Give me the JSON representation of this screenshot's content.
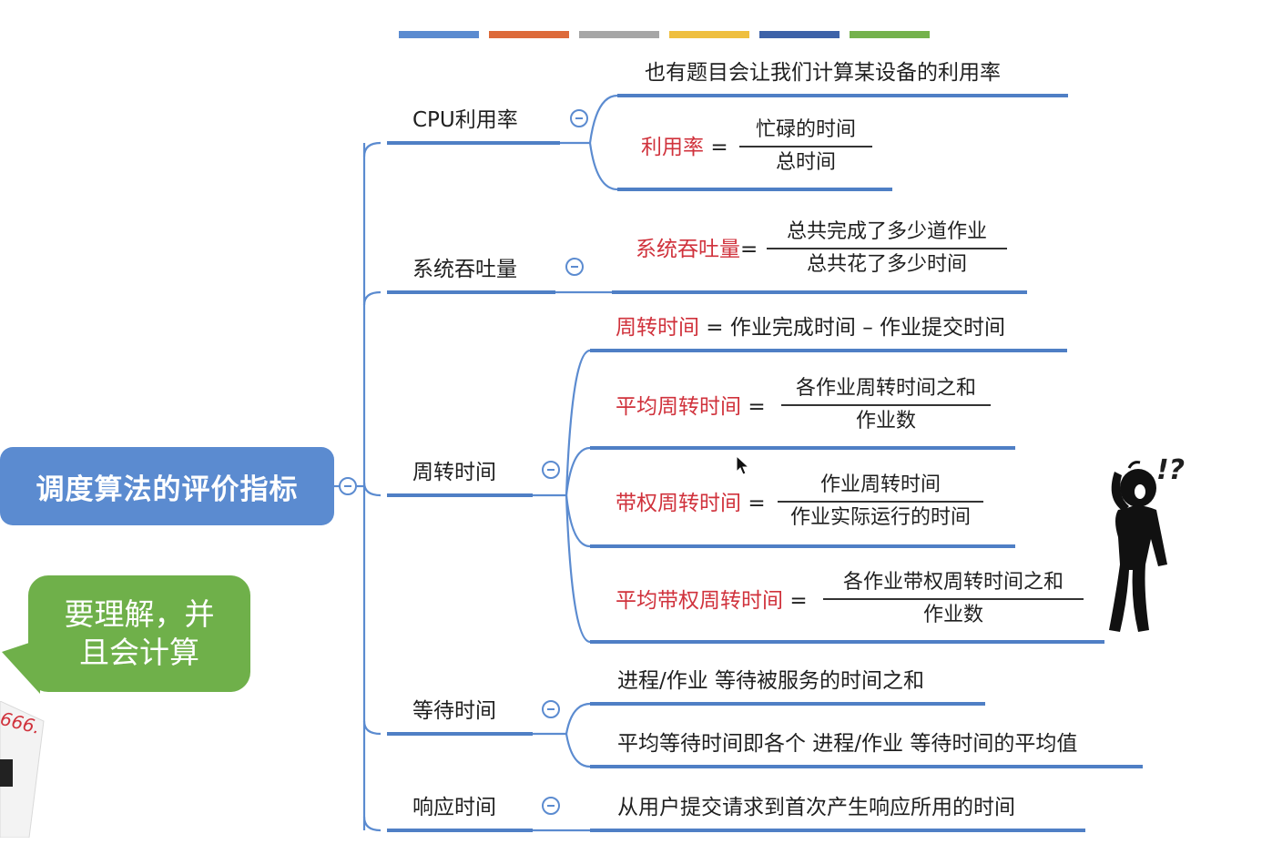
{
  "palette": [
    "#5b8bd0",
    "#dd6a3a",
    "#a6a6a6",
    "#efbf3f",
    "#3d62a8",
    "#74b24c"
  ],
  "root": {
    "label": "调度算法的评价指标"
  },
  "bubble": {
    "line1": "要理解，并",
    "line2": "且会计算"
  },
  "corner_note": "666.",
  "branches": {
    "cpu": {
      "label": "CPU利用率",
      "note": "也有题目会让我们计算某设备的利用率",
      "formula": {
        "name": "利用率",
        "eq": "=",
        "numerator": "忙碌的时间",
        "denominator": "总时间"
      }
    },
    "throughput": {
      "label": "系统吞吐量",
      "formula": {
        "name": "系统吞吐量",
        "eq": "=",
        "numerator": "总共完成了多少道作业",
        "denominator": "总共花了多少时间"
      }
    },
    "turnaround": {
      "label": "周转时间",
      "def": {
        "name": "周转时间",
        "rest": " = 作业完成时间 – 作业提交时间"
      },
      "avg": {
        "name": "平均周转时间",
        "eq": "=",
        "numerator": "各作业周转时间之和",
        "denominator": "作业数"
      },
      "weighted": {
        "name": "带权周转时间",
        "eq": "=",
        "numerator": "作业周转时间",
        "denominator": "作业实际运行的时间"
      },
      "avg_weighted": {
        "name": "平均带权周转时间",
        "eq": "=",
        "numerator": "各作业带权周转时间之和",
        "denominator": "作业数"
      }
    },
    "waiting": {
      "label": "等待时间",
      "item1": "进程/作业 等待被服务的时间之和",
      "item2": "平均等待时间即各个 进程/作业 等待时间的平均值"
    },
    "response": {
      "label": "响应时间",
      "item1": "从用户提交请求到首次产生响应所用的时间"
    }
  },
  "figure_mark": "!?"
}
